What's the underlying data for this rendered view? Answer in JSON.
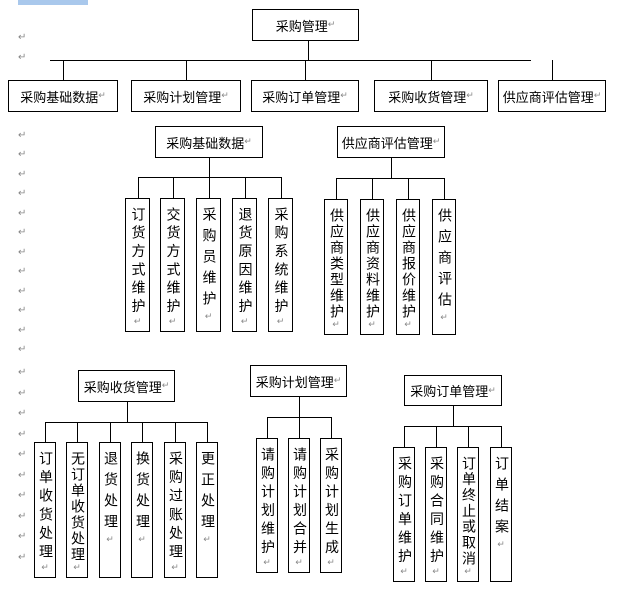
{
  "paragraph_mark": "↵",
  "root": {
    "label": "采购管理"
  },
  "level1": [
    "采购基础数据",
    "采购计划管理",
    "采购订单管理",
    "采购收货管理",
    "供应商评估管理"
  ],
  "groups": {
    "basic_data": {
      "label": "采购基础数据",
      "children": [
        "订货方式维护",
        "交货方式维护",
        "采购员维护",
        "退货原因维护",
        "采购系统维护"
      ]
    },
    "supplier_eval": {
      "label": "供应商评估管理",
      "children": [
        "供应商类型维护",
        "供应商资料维护",
        "供应商报价维护",
        "供应商评估"
      ]
    },
    "receiving": {
      "label": "采购收货管理",
      "children": [
        "订单收货处理",
        "无订单收货处理",
        "退货处理",
        "换货处理",
        "采购过账处理",
        "更正处理"
      ]
    },
    "plan": {
      "label": "采购计划管理",
      "children": [
        "请购计划维护",
        "请购计划合并",
        "采购计划生成"
      ]
    },
    "order": {
      "label": "采购订单管理",
      "children": [
        "采购订单维护",
        "采购合同维护",
        "订单终止或取消",
        "订单结案"
      ]
    }
  }
}
